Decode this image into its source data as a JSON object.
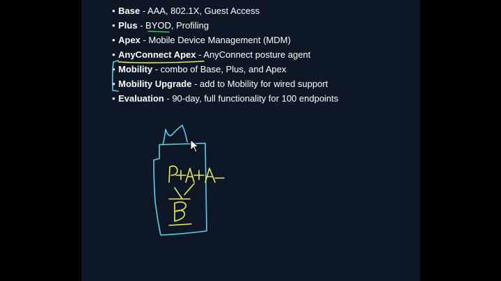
{
  "slide": {
    "bullets": [
      {
        "term": "Base",
        "desc": "AAA, 802.1X, Guest Access"
      },
      {
        "term": "Plus",
        "desc": "BYOD, Profiling"
      },
      {
        "term": "Apex",
        "desc": "Mobile Device Management (MDM)"
      },
      {
        "term": "AnyConnect Apex",
        "desc": "AnyConnect posture agent"
      },
      {
        "term": "Mobility",
        "desc": "combo of Base, Plus, and Apex"
      },
      {
        "term": "Mobility Upgrade",
        "desc": "add to Mobility for wired support"
      },
      {
        "term": "Evaluation",
        "desc": "90-day, full functionality for 100 endpoints"
      }
    ],
    "separator": " - ",
    "bullet_glyph": "•"
  },
  "handwriting": {
    "formula_top": "P+A+A",
    "formula_bottom": "B"
  },
  "colors": {
    "background": "#000000",
    "slide_background": "#0e1726",
    "text": "#ffffff",
    "ink_cyan": "#5fd0e6",
    "ink_yellow": "#ecec5a",
    "ink_green": "#38c95a"
  },
  "icons": {
    "cursor": "mouse-pointer-icon"
  }
}
